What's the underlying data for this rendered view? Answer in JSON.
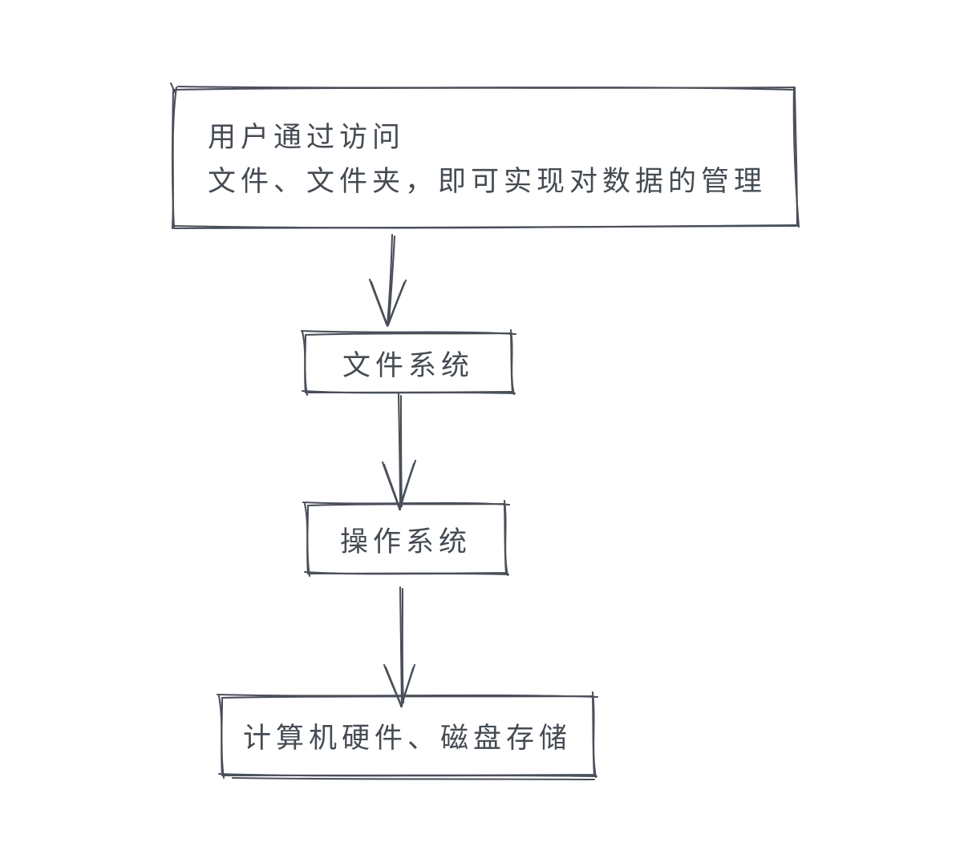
{
  "diagram": {
    "background_color": "#ffffff",
    "stroke_color": "#4a505a",
    "text_color": "#454b53"
  },
  "nodes": [
    {
      "id": "user-access",
      "lines": [
        "用户通过访问",
        "文件、文件夹，即可实现对数据的管理"
      ]
    },
    {
      "id": "file-system",
      "lines": [
        "文件系统"
      ]
    },
    {
      "id": "operating-system",
      "lines": [
        "操作系统"
      ]
    },
    {
      "id": "hardware-storage",
      "lines": [
        "计算机硬件、磁盘存储"
      ]
    }
  ],
  "edges": [
    {
      "from": "user-access",
      "to": "file-system"
    },
    {
      "from": "file-system",
      "to": "operating-system"
    },
    {
      "from": "operating-system",
      "to": "hardware-storage"
    }
  ]
}
